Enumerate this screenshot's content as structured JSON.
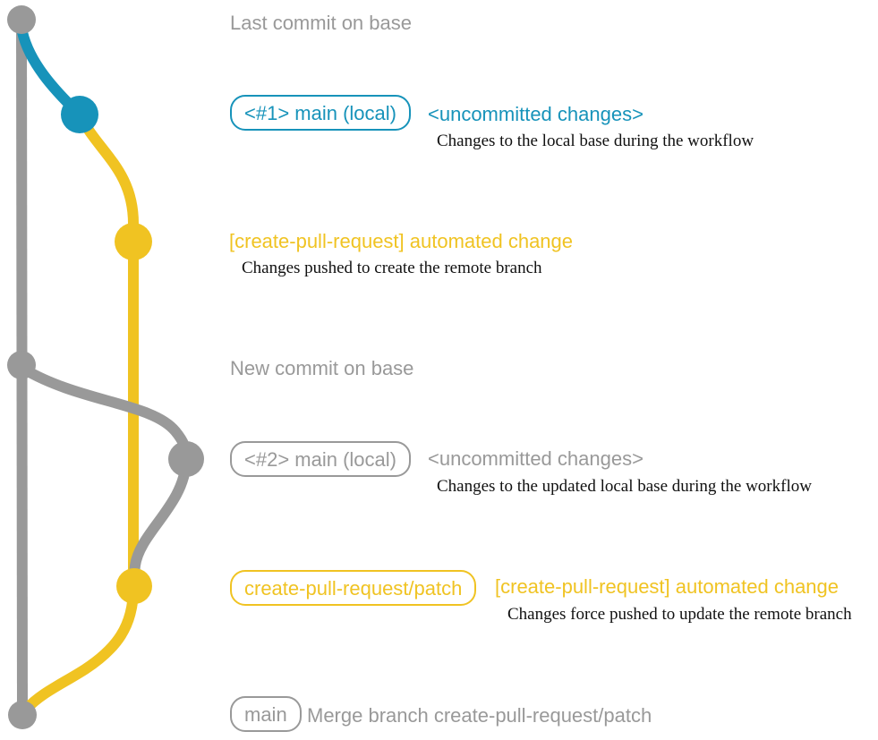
{
  "colors": {
    "background": "#FFFFFF",
    "gray": "#999999",
    "blue": "#1793BA",
    "yellow": "#F0C322",
    "desc": "#111111"
  },
  "graph": {
    "branches": [
      {
        "id": "base",
        "color": "#999999"
      },
      {
        "id": "local-main",
        "color": "#1793BA"
      },
      {
        "id": "create-pull-request-patch",
        "color": "#F0C322"
      }
    ],
    "commit_nodes": [
      {
        "id": "last-commit-on-base",
        "branch": "base"
      },
      {
        "id": "local-main-1",
        "branch": "local-main"
      },
      {
        "id": "patch-automated-change-1",
        "branch": "create-pull-request-patch"
      },
      {
        "id": "new-commit-on-base",
        "branch": "base"
      },
      {
        "id": "local-main-2",
        "branch": "base"
      },
      {
        "id": "patch-automated-change-2",
        "branch": "create-pull-request-patch"
      },
      {
        "id": "merge-commit",
        "branch": "base"
      }
    ]
  },
  "annotations": {
    "last_commit_on_base": "Last commit on base",
    "new_commit_on_base": "New commit on base",
    "entry1": {
      "badge": "<#1> main (local)",
      "title": "<uncommitted changes>",
      "desc": "Changes to the local base during the workflow"
    },
    "entry2": {
      "title": "[create-pull-request] automated change",
      "desc": "Changes pushed to create the remote branch"
    },
    "entry3": {
      "badge": "<#2> main (local)",
      "title": "<uncommitted changes>",
      "desc": "Changes to the updated local base during the workflow"
    },
    "entry4": {
      "badge": "create-pull-request/patch",
      "title": "[create-pull-request] automated change",
      "desc": "Changes force pushed to update the remote branch"
    },
    "entry5": {
      "badge": "main",
      "title": "Merge branch create-pull-request/patch"
    }
  }
}
